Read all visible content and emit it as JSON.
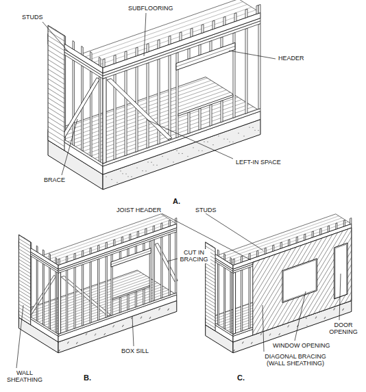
{
  "diagram": {
    "labels": [
      "STUDS",
      "SUBFLOORING",
      "HEADER",
      "BRACE",
      "LEFT-IN SPACE",
      "A.",
      "JOIST HEADER",
      "STUDS",
      "CUT IN BRACING",
      "BOX SILL",
      "WALL SHEATHING",
      "B.",
      "DOOR OPENING",
      "WINDOW OPENING",
      "DIAGONAL BRACING (WALL SHEATHING)",
      "C."
    ]
  }
}
